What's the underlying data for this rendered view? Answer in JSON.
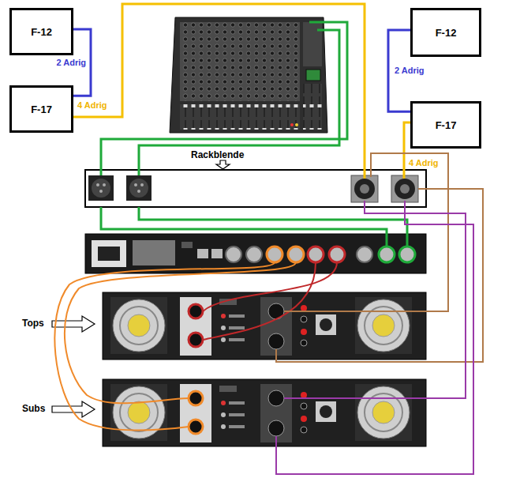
{
  "diagram": {
    "nodes": [
      {
        "text": [
          "F-12"
        ]
      },
      {
        "text": [
          "F-17"
        ]
      },
      {
        "text": [
          "F-12"
        ]
      },
      {
        "text": [
          "F-17"
        ]
      }
    ],
    "edges": [
      {
        "from": 0,
        "to": 1,
        "label": "2 Adrig",
        "arrow": "none"
      },
      {
        "from": 2,
        "to": 3,
        "label": "2 Adrig",
        "arrow": "none"
      }
    ],
    "labels": [
      "4 Adrig",
      "Rackblende",
      "4 Adrig",
      "Tops",
      "Subs"
    ]
  }
}
